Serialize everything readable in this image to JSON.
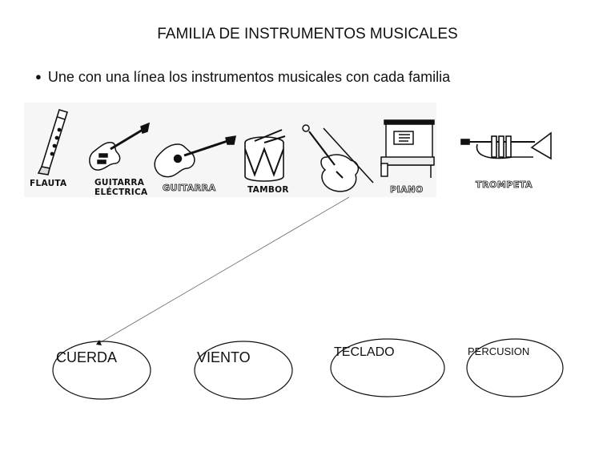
{
  "title": "FAMILIA DE INSTRUMENTOS MUSICALES",
  "instruction": {
    "bullet": "●",
    "text": "Une con una línea los instrumentos musicales con cada familia"
  },
  "instruments": [
    {
      "label": "FLAUTA"
    },
    {
      "label": "GUITARRA",
      "label2": "ELÉCTRICA"
    },
    {
      "label": "GUITARRA"
    },
    {
      "label": "TAMBOR"
    },
    {
      "label": "PIANO"
    },
    {
      "label": "TROMPETA"
    }
  ],
  "families": [
    {
      "label": "CUERDA"
    },
    {
      "label": "VIENTO"
    },
    {
      "label": "TECLADO"
    },
    {
      "label": "PERCUSION"
    }
  ]
}
